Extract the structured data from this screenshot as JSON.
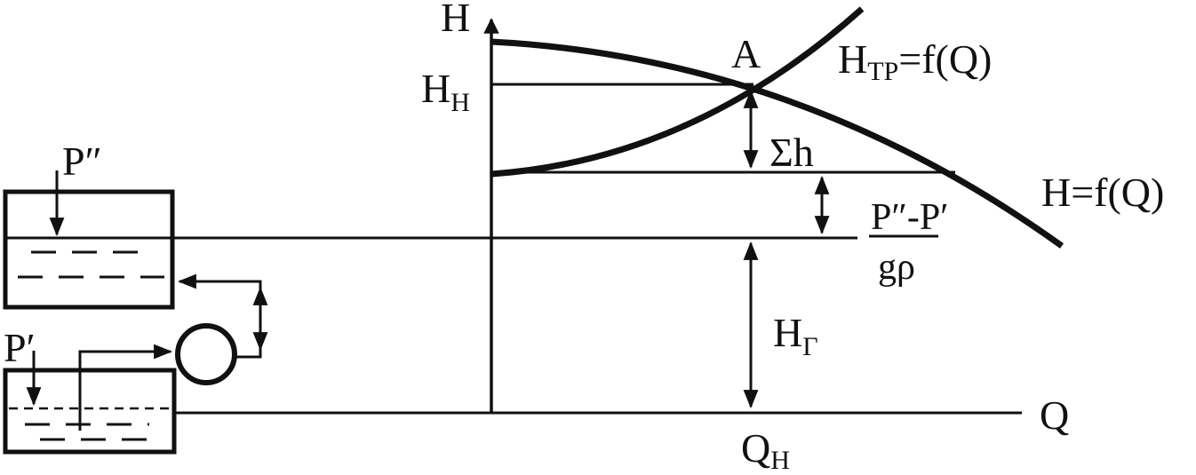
{
  "labels": {
    "axis_y": "H",
    "axis_x": "Q",
    "point_a": "A",
    "head_nominal_main": "H",
    "head_nominal_sub": "Н",
    "flow_nominal_main": "Q",
    "flow_nominal_sub": "Н",
    "system_curve_main": "H",
    "system_curve_sub": "ТР",
    "system_curve_rest": "=f(Q)",
    "pump_curve": "H=f(Q)",
    "losses": "Σh",
    "pressure_num_a": "P″",
    "pressure_num_sep": "-",
    "pressure_num_b": "P′",
    "pressure_den": "gρ",
    "geodetic_main": "H",
    "geodetic_sub": "Г",
    "upper_tank_pressure": "P″",
    "lower_tank_pressure": "P′"
  }
}
